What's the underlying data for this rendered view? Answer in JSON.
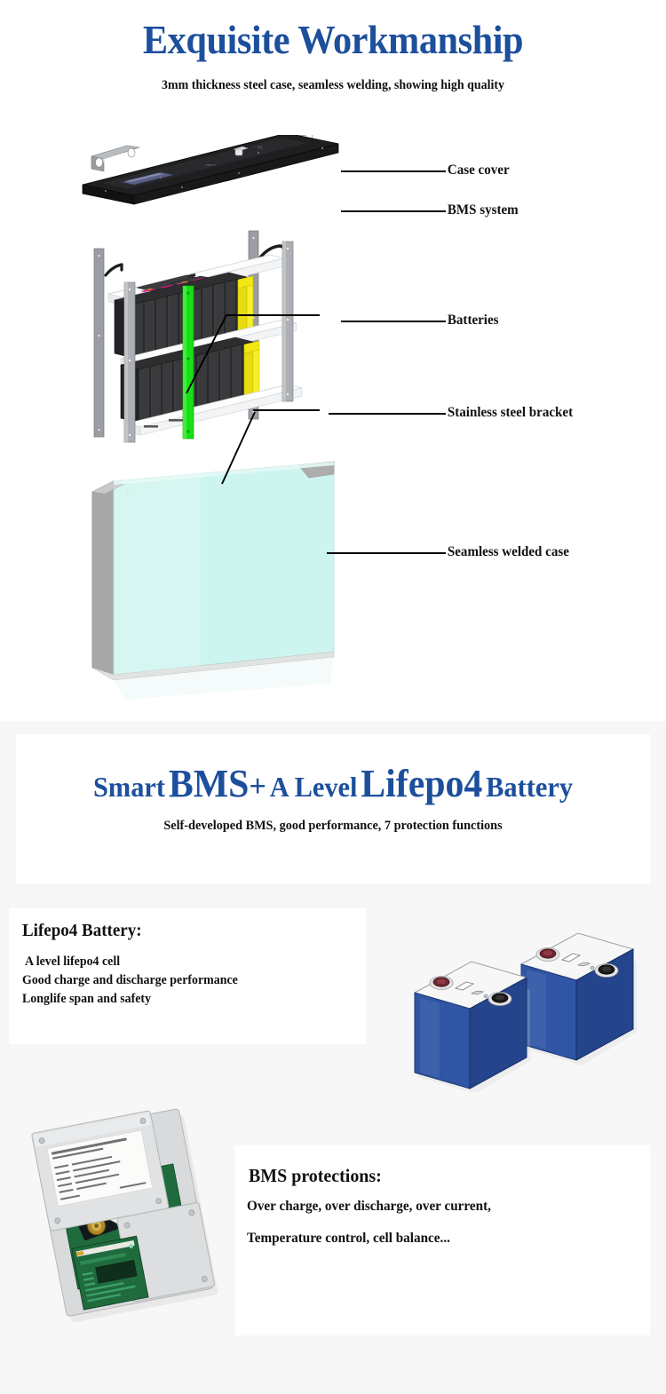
{
  "section_workmanship": {
    "title": "Exquisite Workmanship",
    "subtitle": "3mm thickness steel case, seamless welding, showing high quality",
    "callouts": [
      {
        "label": "Case cover"
      },
      {
        "label": "BMS system"
      },
      {
        "label": "Batteries"
      },
      {
        "label": "Stainless steel bracket"
      },
      {
        "label": "Seamless welded case"
      }
    ],
    "diagram_parts": {
      "case_cover": "case-cover-panel",
      "rack": "stainless-steel-rack",
      "battery_modules": "battery-module-stack",
      "bms_board": "bms-circuit-board",
      "green_strap": "green-binding-strap",
      "yellow_bracket": "yellow-angle-bracket",
      "outer_case": "seamless-welded-enclosure"
    }
  },
  "section_bms": {
    "title_parts": [
      {
        "text": "Smart",
        "size": "small"
      },
      {
        "text": "BMS",
        "size": "large"
      },
      {
        "text": "+",
        "size": "plus"
      },
      {
        "text": "A Level",
        "size": "small"
      },
      {
        "text": "Lifepo4",
        "size": "large"
      },
      {
        "text": "Battery",
        "size": "small"
      }
    ],
    "subtitle": "Self-developed BMS, good performance, 7 protection functions",
    "lifepo4_box": {
      "title": "Lifepo4 Battery:",
      "lines": [
        "A level lifepo4 cell",
        "Good charge and discharge performance",
        " Longlife span and safety"
      ]
    },
    "protections_box": {
      "title": "BMS protections:",
      "lines": [
        "Over charge, over discharge, over current,",
        "Temperature control, cell balance..."
      ]
    },
    "cells_art": "prismatic-lifepo4-cells",
    "bms_art": "bms-module-photo"
  },
  "colors": {
    "heading_blue": "#1c4f9c",
    "body_text": "#111111",
    "panel_white": "#ffffff",
    "section_gray": "#f7f7f8",
    "case_cyan": "#cdf5ef",
    "case_gray": "#a8a8a8",
    "strap_green": "#18e016",
    "bracket_yellow": "#f2e711",
    "battery_dark": "#3a3a3c",
    "cell_blue": "#2f55a4",
    "terminal_positive": "#6e2630",
    "terminal_negative": "#1a1a1a",
    "pcb_green": "#1f6b3e"
  }
}
